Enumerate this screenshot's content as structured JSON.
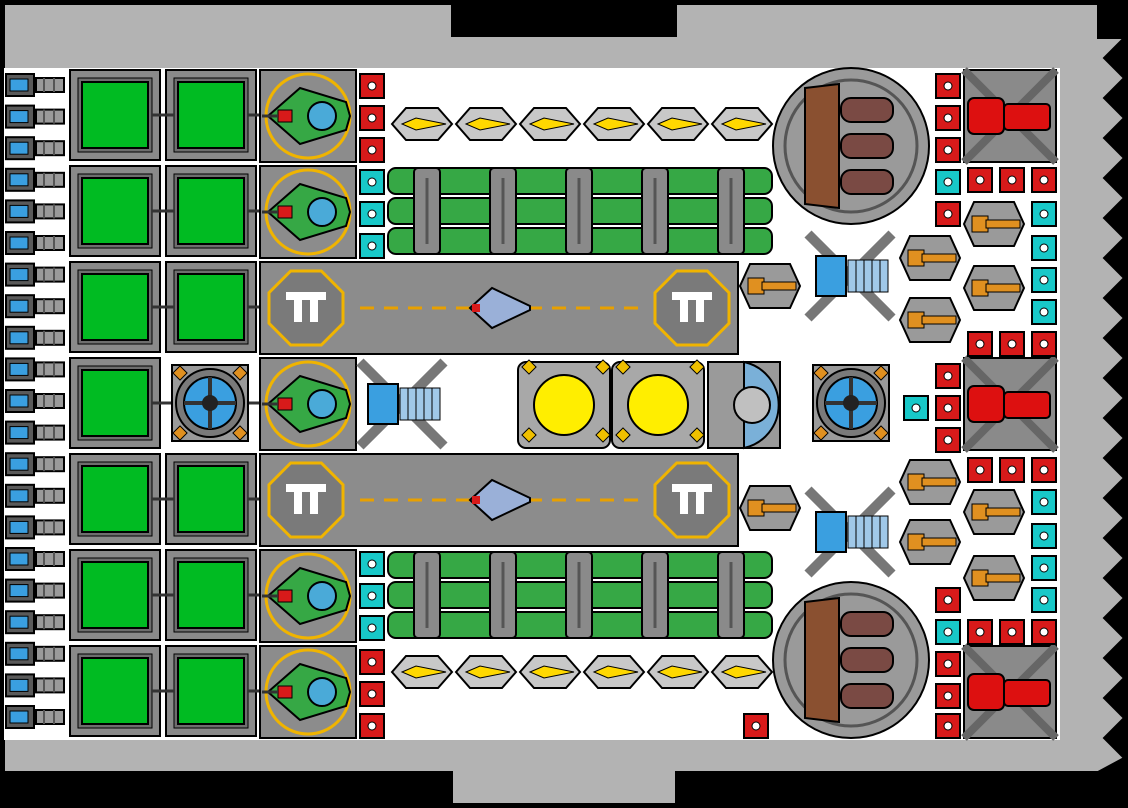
{
  "screen": "ship-builder-blueprint",
  "colors": {
    "hull": "#b3b3b3",
    "hull_edge": "#888888",
    "deck": "#ffffff",
    "outline": "#000000",
    "reactor_green": "#00bb22",
    "frame_grey": "#8a8a8a",
    "panel_grey": "#6e6e6e",
    "bay_grey": "#8c8c8c",
    "engine_blue": "#3a9fe0",
    "cyan_node": "#18c8c8",
    "red_node": "#d81a1a",
    "shield_yellow": "#ffee00",
    "tank_green": "#36a845",
    "gold_ring": "#f0b400",
    "copper": "#e09020",
    "brown_cannon": "#8a5030",
    "red_turret": "#dd1010",
    "missile_yellow": "#ffd800",
    "pad_orange": "#e8a000"
  },
  "modules": {
    "thrusters": 21,
    "reactor_cells": 13,
    "gyro_hubs": 2,
    "fighter_bays": 5,
    "landing_pads": 2,
    "fighters_docked": 2,
    "missile_pods": 12,
    "fuel_tank_rows": 2,
    "shield_generators": 2,
    "main_cannons": 2,
    "heavy_turrets": 3,
    "point_defense_guns": 10,
    "quad_launchers": 3
  },
  "pad_marking_glyph": "landing-pad-emblem-icon"
}
